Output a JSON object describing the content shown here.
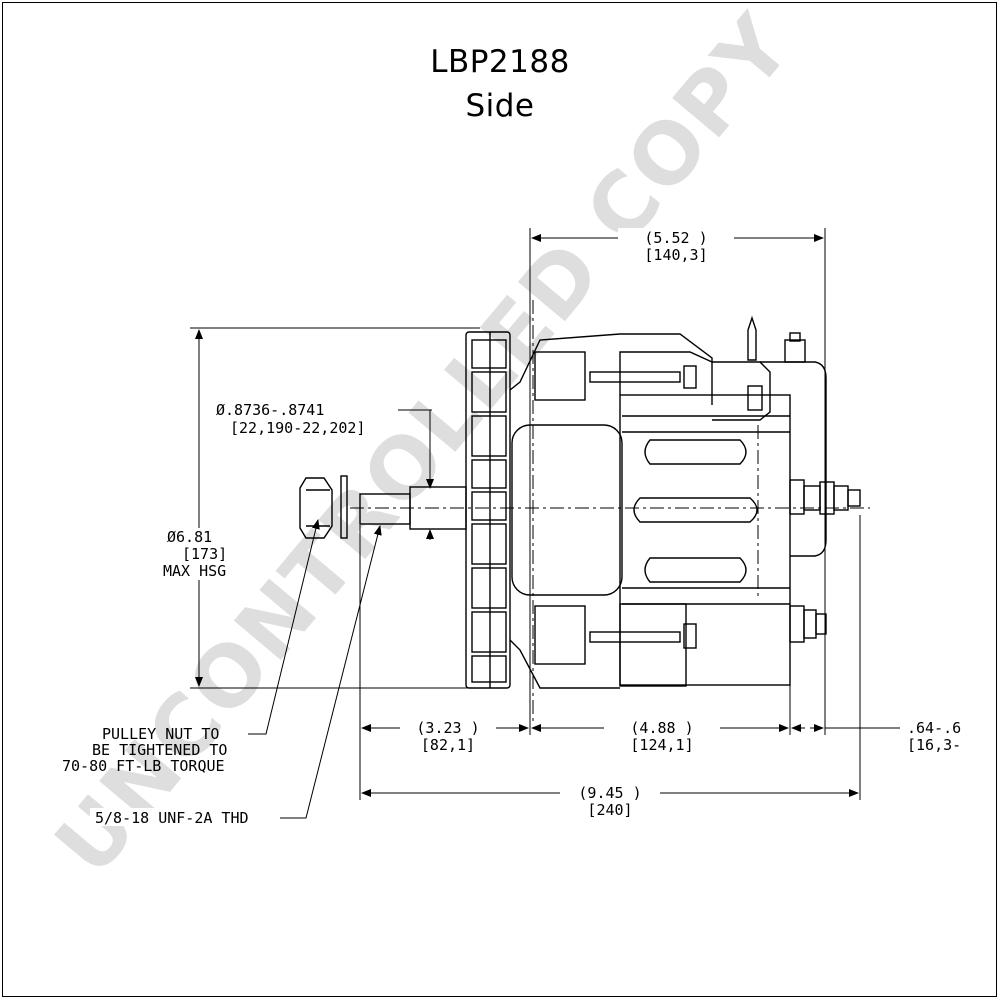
{
  "title": "LBP2188",
  "subtitle": "Side",
  "watermark": "UNCONTROLLED COPY",
  "dimensions": {
    "overall_body": {
      "label": "(5.52   )",
      "metric": "[140,3]"
    },
    "shaft_diameter": {
      "label": "Ø.8736-.8741",
      "metric": "[22,190-22,202]"
    },
    "housing_diameter": {
      "label": "Ø6.81",
      "metric": "[173]",
      "note": "MAX HSG"
    },
    "pulley_to_face": {
      "label": "(3.23   )",
      "metric": "[82,1]"
    },
    "body_length": {
      "label": "(4.88     )",
      "metric": "[124,1]"
    },
    "terminal_stud": {
      "label": ".64-.6",
      "metric": "[16,3-"
    },
    "overall_length": {
      "label": "(9.45  )",
      "metric": "[240]"
    }
  },
  "notes": {
    "pulley_nut": [
      "PULLEY NUT TO",
      "BE TIGHTENED TO",
      "70-80 FT-LB TORQUE"
    ],
    "thread": "5/8-18 UNF-2A THD"
  },
  "colors": {
    "line": "#000000",
    "background": "#ffffff",
    "watermark": "#000000"
  }
}
